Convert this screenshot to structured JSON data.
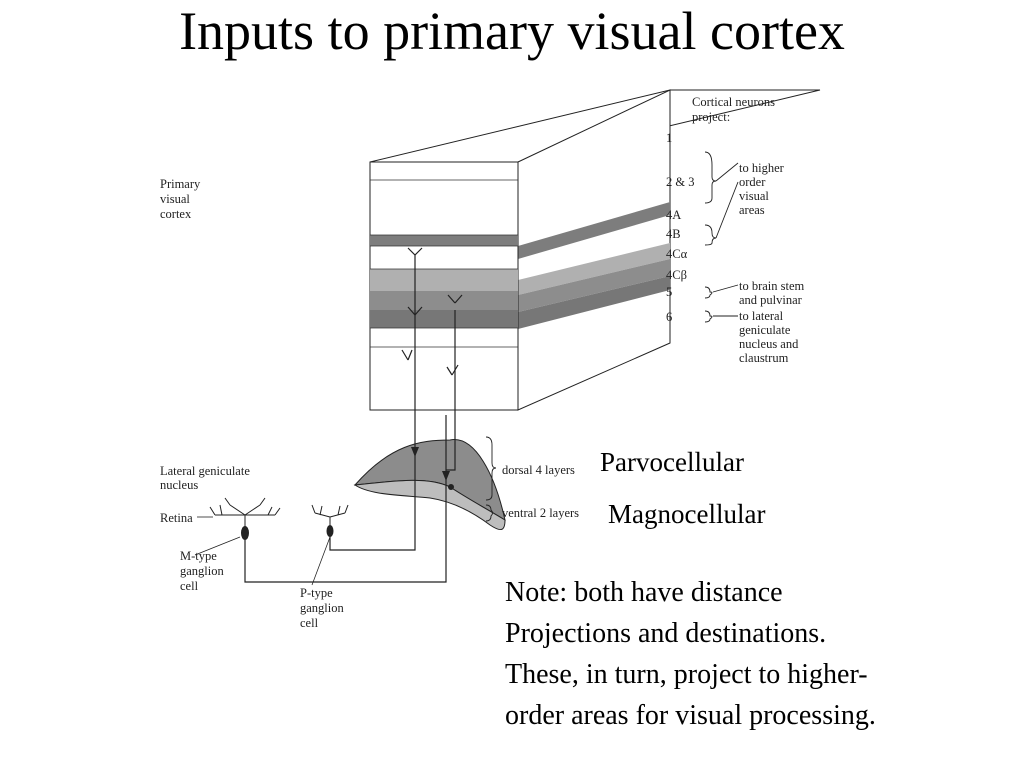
{
  "title": "Inputs to primary visual cortex",
  "figure": {
    "header": [
      "Cortical neurons",
      "project:"
    ],
    "cortex_label": [
      "Primary",
      "visual",
      "cortex"
    ],
    "layers": [
      "1",
      "2 & 3",
      "4A",
      "4B",
      "4Cα",
      "4Cβ",
      "5",
      "6"
    ],
    "projections": {
      "higher": [
        "to higher",
        "order",
        "visual",
        "areas"
      ],
      "brainstem": [
        "to brain stem",
        "and pulvinar"
      ],
      "lgn": [
        "to lateral",
        "geniculate",
        "nucleus and",
        "claustrum"
      ]
    },
    "lgn_label": [
      "Lateral geniculate",
      "nucleus"
    ],
    "retina_label": "Retina",
    "mtype_label": [
      "M-type",
      "ganglion",
      "cell"
    ],
    "ptype_label": [
      "P-type",
      "ganglion",
      "cell"
    ],
    "dorsal_label": "dorsal 4 layers",
    "ventral_label": "ventral 2 layers"
  },
  "parvocellular": "Parvocellular",
  "magnocellular": "Magnocellular",
  "note": [
    "Note: both have distance",
    "Projections and destinations.",
    "These, in turn, project to higher-",
    "order areas for visual processing."
  ]
}
